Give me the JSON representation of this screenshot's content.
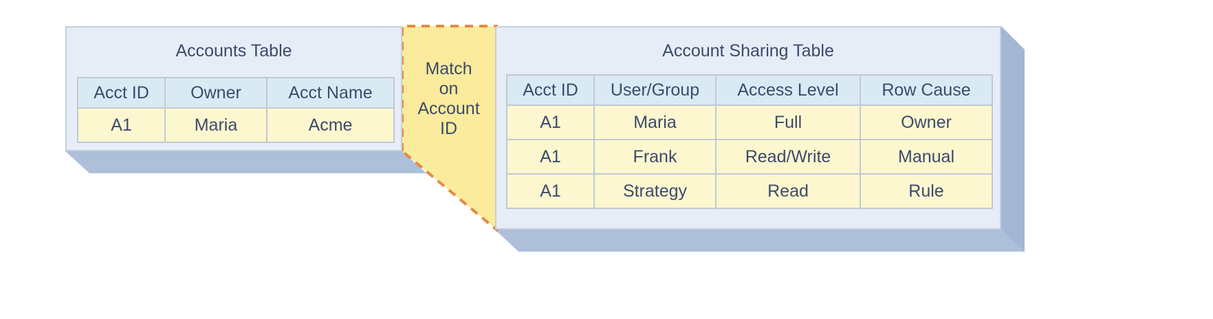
{
  "accounts_table": {
    "title": "Accounts Table",
    "headers": [
      "Acct ID",
      "Owner",
      "Acct Name"
    ],
    "rows": [
      [
        "A1",
        "Maria",
        "Acme"
      ]
    ]
  },
  "connector": {
    "lines": [
      "Match",
      "on",
      "Account",
      "ID"
    ]
  },
  "sharing_table": {
    "title": "Account Sharing Table",
    "headers": [
      "Acct ID",
      "User/Group",
      "Access Level",
      "Row Cause"
    ],
    "rows": [
      [
        "A1",
        "Maria",
        "Full",
        "Owner"
      ],
      [
        "A1",
        "Frank",
        "Read/Write",
        "Manual"
      ],
      [
        "A1",
        "Strategy",
        "Read",
        "Rule"
      ]
    ]
  },
  "colors": {
    "panel": "#e6edf7",
    "header_cell": "#d9eaf5",
    "data_cell": "#fdf7cf",
    "connector_fill": "#fbeb9c",
    "connector_dash": "#e48a44",
    "shadow": "#aebfda"
  }
}
